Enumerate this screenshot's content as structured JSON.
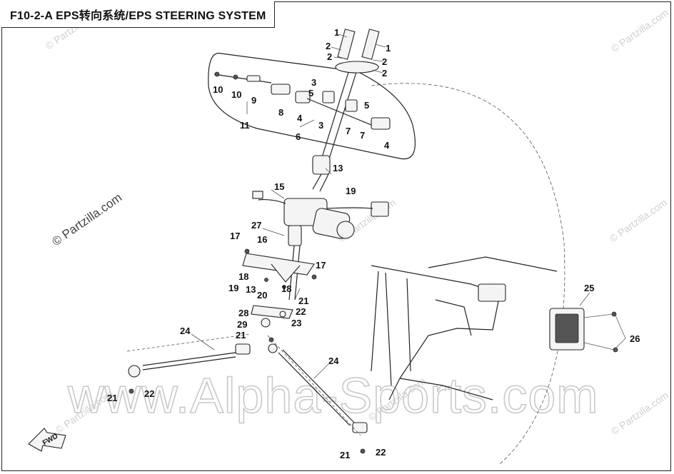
{
  "title": "F10-2-A EPS转向系统/EPS STEERING SYSTEM",
  "watermark_main": "www.Alpha-Sports.com",
  "watermark_partzilla": "© Partzilla.com",
  "fwd_label": "FWD",
  "callouts": {
    "c1a": "1",
    "c1b": "1",
    "c2a": "2",
    "c2b": "2",
    "c2c": "2",
    "c2d": "2",
    "c3a": "3",
    "c3b": "3",
    "c4a": "4",
    "c4b": "4",
    "c5a": "5",
    "c5b": "5",
    "c6": "6",
    "c7a": "7",
    "c7b": "7",
    "c8": "8",
    "c9": "9",
    "c10a": "10",
    "c10b": "10",
    "c11": "11",
    "c13a": "13",
    "c13b": "13",
    "c15": "15",
    "c16": "16",
    "c17a": "17",
    "c17b": "17",
    "c18a": "18",
    "c18b": "18",
    "c19a": "19",
    "c19b": "19",
    "c20": "20",
    "c21a": "21",
    "c21b": "21",
    "c21c": "21",
    "c21d": "21",
    "c22a": "22",
    "c22b": "22",
    "c22c": "22",
    "c23": "23",
    "c24a": "24",
    "c24b": "24",
    "c25": "25",
    "c26": "26",
    "c27": "27",
    "c28": "28",
    "c29": "29"
  }
}
